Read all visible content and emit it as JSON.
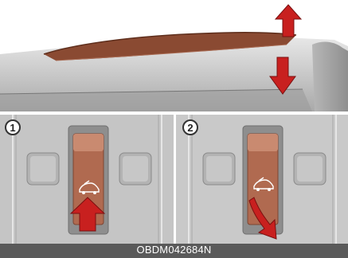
{
  "steps": {
    "step1": "1",
    "step2": "2"
  },
  "caption": {
    "code": "OBDM042684N"
  },
  "icons": {
    "top": [
      "arrow-up-icon",
      "arrow-down-icon"
    ],
    "step1": [
      "car-sunroof-icon",
      "arrow-up-icon"
    ],
    "step2": [
      "car-sunroof-icon",
      "arrow-down-curved-icon"
    ]
  },
  "colors": {
    "arrow_red": "#c8201f",
    "sunroof_brown": "#8a4a32",
    "switch_brown": "#b06a50",
    "panel_gray": "#c8c8c8"
  }
}
